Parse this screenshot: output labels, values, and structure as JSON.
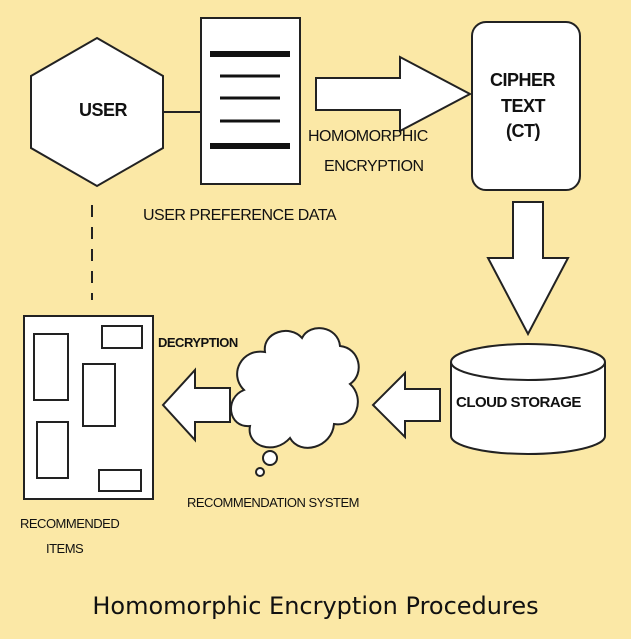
{
  "nodes": {
    "user": "USER",
    "cipher_text_line1": "CIPHER",
    "cipher_text_line2": "TEXT",
    "cipher_text_line3": "(CT)",
    "cloud_storage": "CLOUD STORAGE"
  },
  "labels": {
    "homomorphic_encryption_line1": "HOMOMORPHIC",
    "homomorphic_encryption_line2": "ENCRYPTION",
    "user_preference_data": "USER PREFERENCE DATA",
    "decryption": "DECRYPTION",
    "recommendation_system": "RECOMMENDATION SYSTEM",
    "recommended_items_line1": "RECOMMENDED",
    "recommended_items_line2": "ITEMS"
  },
  "caption": "Homomorphic Encryption Procedures",
  "colors": {
    "background": "#fbe8a6",
    "shape_fill": "#ffffff",
    "stroke": "#222222"
  }
}
